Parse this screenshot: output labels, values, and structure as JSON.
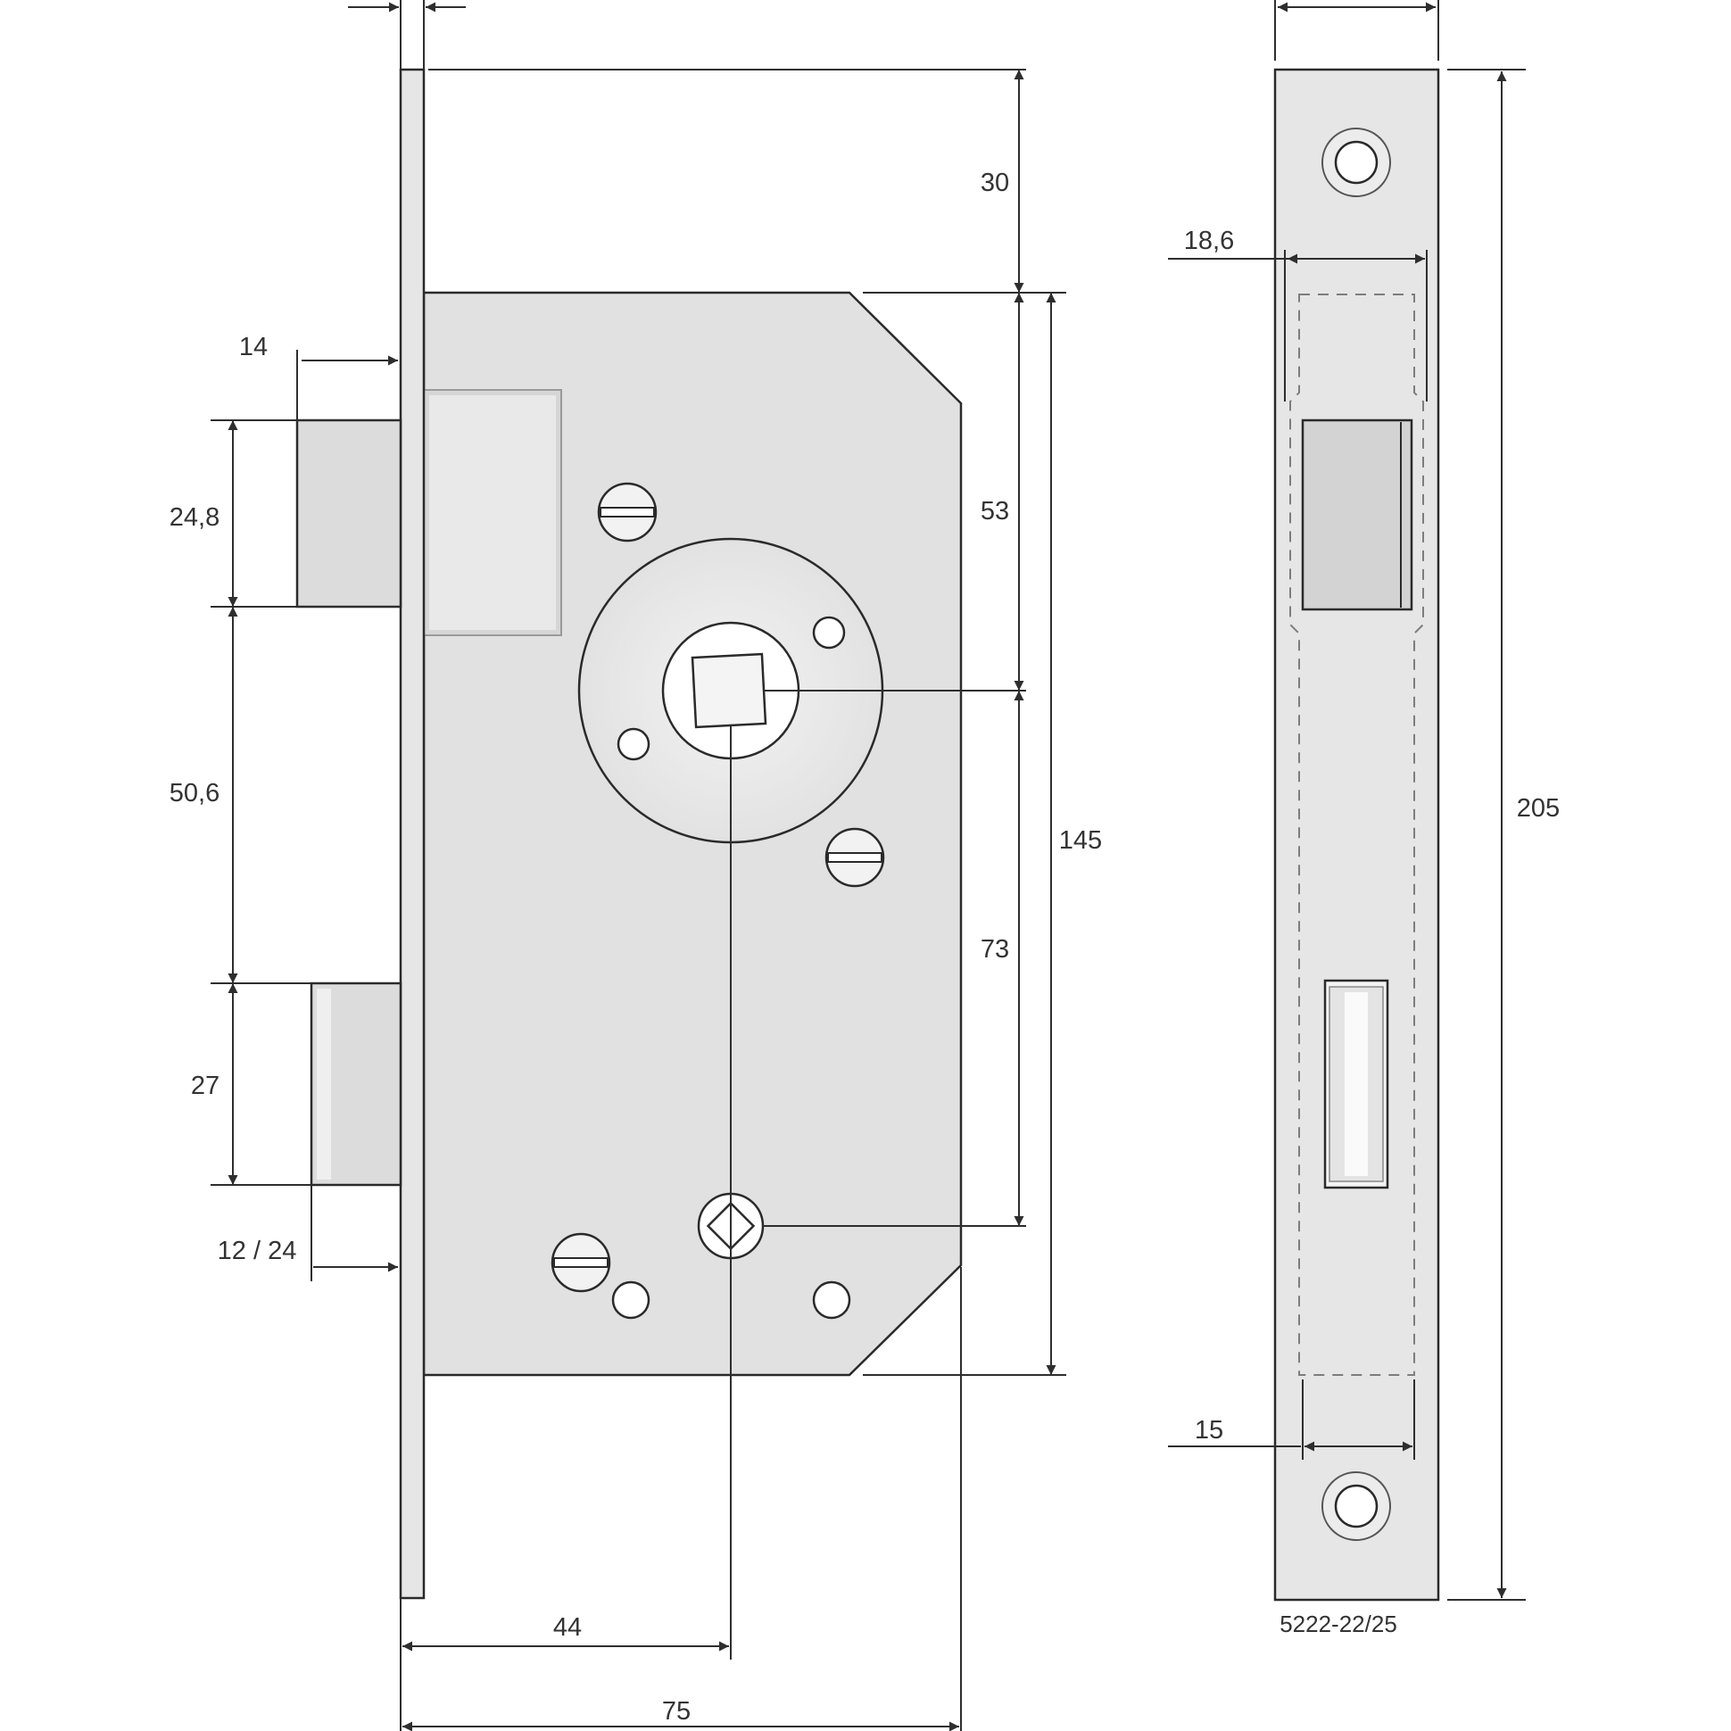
{
  "drawing": {
    "part_number": "5222-22/25",
    "colors": {
      "body_fill": "#e1e1e1",
      "faceplate_fill": "#e6e6e6",
      "bolt_fill": "#dcdcdc",
      "line": "#2e2e2e",
      "background": "#ffffff"
    },
    "side_view": {
      "dimensions": {
        "backset_top": "30",
        "spindle_from_body_top": "53",
        "spindle_to_keyhole": "73",
        "body_height": "145",
        "latch_height": "24,8",
        "latch_to_bolt": "50,6",
        "bolt_height": "27",
        "latch_projection": "14",
        "bolt_projection": "12 / 24",
        "backset": "44",
        "case_depth": "75"
      }
    },
    "front_view": {
      "dimensions": {
        "case_width": "18,6",
        "bolt_width": "15",
        "faceplate_height": "205"
      }
    }
  }
}
